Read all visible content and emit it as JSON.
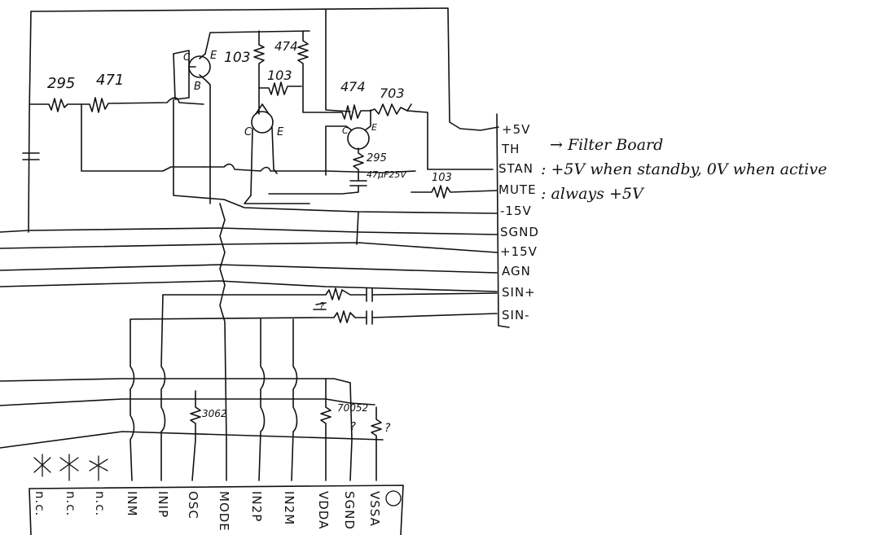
{
  "components": {
    "r_295_a": "295",
    "r_471": "471",
    "r_103_e": "103",
    "r_474_top": "474",
    "r_103_mid": "103",
    "r_474_right": "474",
    "r_703": "703",
    "r_295_b": "295",
    "cap_47": "47µF25V",
    "r_103_mute": "103",
    "r_3062": "3062",
    "r_70052": "70052",
    "q_sgnd": "?",
    "q_vssa": "?",
    "q_sin": "?"
  },
  "transistors": {
    "t1_c": "C",
    "t1_e": "E",
    "t1_b": "B",
    "t2_c": "C",
    "t2_e": "E",
    "t3_c": "C",
    "t3_e": "E"
  },
  "connector_pins": [
    "+5V",
    "TH",
    "STAN",
    "MUTE",
    "-15V",
    "SGND",
    "+15V",
    "AGN",
    "SIN+",
    "SIN-"
  ],
  "notes": {
    "filter_board": "→ Filter Board",
    "stan_note": ": +5V when standby, 0V when active",
    "mute_note": ": always +5V"
  },
  "ic_pins": [
    "n.c.",
    "n.c.",
    "n.c.",
    "INM",
    "INIP",
    "OSC",
    "MODE",
    "IN2P",
    "IN2M",
    "VDDA",
    "SGND",
    "VSSA"
  ]
}
